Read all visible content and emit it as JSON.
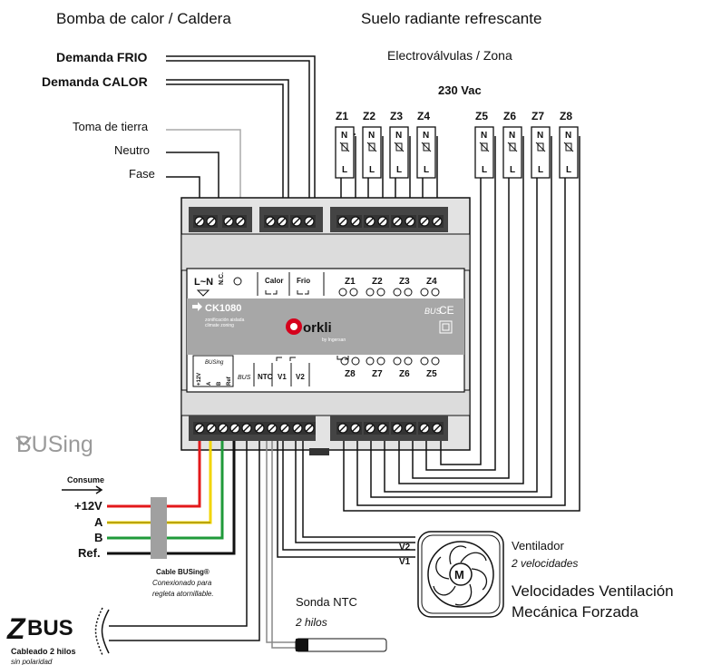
{
  "headings": {
    "left": "Bomba de calor / Caldera",
    "right": "Suelo radiante refrescante"
  },
  "valves": {
    "title": "Electroválvulas / Zona",
    "voltage": "230 Vac",
    "zones": [
      "Z1",
      "Z2",
      "Z3",
      "Z4",
      "Z5",
      "Z6",
      "Z7",
      "Z8"
    ],
    "pins": [
      "N",
      "L"
    ]
  },
  "inputs": {
    "demanda_frio": "Demanda FRIO",
    "demanda_calor": "Demanda CALOR",
    "tierra": "Toma de tierra",
    "neutro": "Neutro",
    "fase": "Fase"
  },
  "controller": {
    "power_label": "L~N",
    "nc_label": "N.C.",
    "calor": "Calor",
    "frio": "Frio",
    "model": "CK1080",
    "desc_line1": "zonificación aislada",
    "desc_line2": "climate zoning",
    "brand": "orkli",
    "brand_sub": "by Ingersan",
    "zbus_small": "BUS",
    "ce": "CE",
    "top_zones": [
      "Z1",
      "Z2",
      "Z3",
      "Z4"
    ],
    "bottom_zones": [
      "Z8",
      "Z7",
      "Z6",
      "Z5"
    ],
    "bottom_left": [
      "+12V",
      "A",
      "B",
      "Ref"
    ],
    "busing_small": "BUSing",
    "ntc": "NTC",
    "v1": "V1",
    "v2": "V2",
    "terminal_top_L": "L",
    "terminal_top_N": "N"
  },
  "busing": {
    "logo": "BUSing",
    "consume": "Consume",
    "wires": [
      "+12V",
      "A",
      "B",
      "Ref."
    ],
    "cable_title": "Cable BUSing®",
    "cable_sub1": "Conexionado para",
    "cable_sub2": "regleta atornillable."
  },
  "zbus": {
    "logo": "BUS",
    "title": "Cableado 2 hilos",
    "sub": "sin polaridad"
  },
  "ntc": {
    "title": "Sonda NTC",
    "sub": "2 hilos"
  },
  "fan": {
    "v2": "V2",
    "v1": "V1",
    "title": "Ventilador",
    "sub": "2 velocidades",
    "motor": "M",
    "big1": "Velocidades Ventilación",
    "big2": "Mecánica Forzada"
  },
  "colors": {
    "red": "#e3191b",
    "yellow": "#f2d500",
    "green": "#1f9a3a",
    "grey_housing": "#d9d9d9",
    "grey_label": "#9e9e9e",
    "brand_red": "#d6001c"
  }
}
